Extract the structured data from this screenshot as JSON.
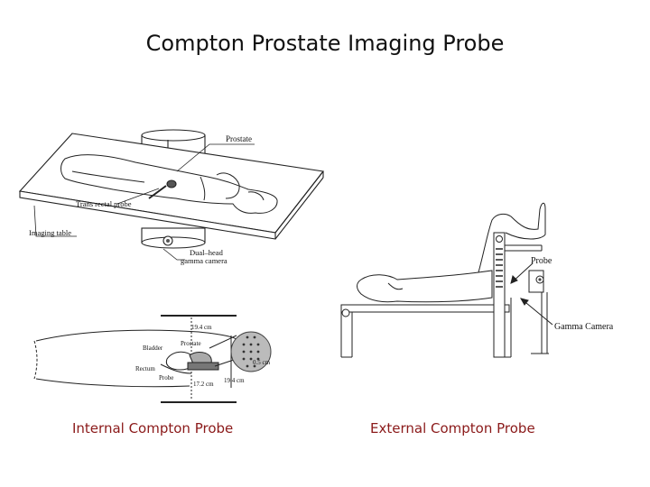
{
  "slide": {
    "title": "Compton Prostate Imaging Probe",
    "left_caption": "Internal Compton Probe",
    "right_caption": "External Compton Probe",
    "caption_color": "#8b1a1a"
  },
  "left_diagram": {
    "labels": {
      "prostate": "Prostate",
      "trans_rectal_probe": "Trans  rectal probe",
      "imaging_table": "Imaging table",
      "dual_head_line1": "Dual–head",
      "dual_head_line2": "gamma camera"
    }
  },
  "section_diagram": {
    "labels": {
      "top_dim": "19.4 cm",
      "bladder": "Bladder",
      "prostate": "Prostate",
      "rectum": "Rectum",
      "probe": "Probe",
      "bottom_dim": "17.2 cm",
      "right_dim": "19.4 cm",
      "scale": "0.5 cm"
    }
  },
  "right_diagram": {
    "labels": {
      "probe": "Probe",
      "gamma_camera": "Gamma Camera"
    }
  }
}
